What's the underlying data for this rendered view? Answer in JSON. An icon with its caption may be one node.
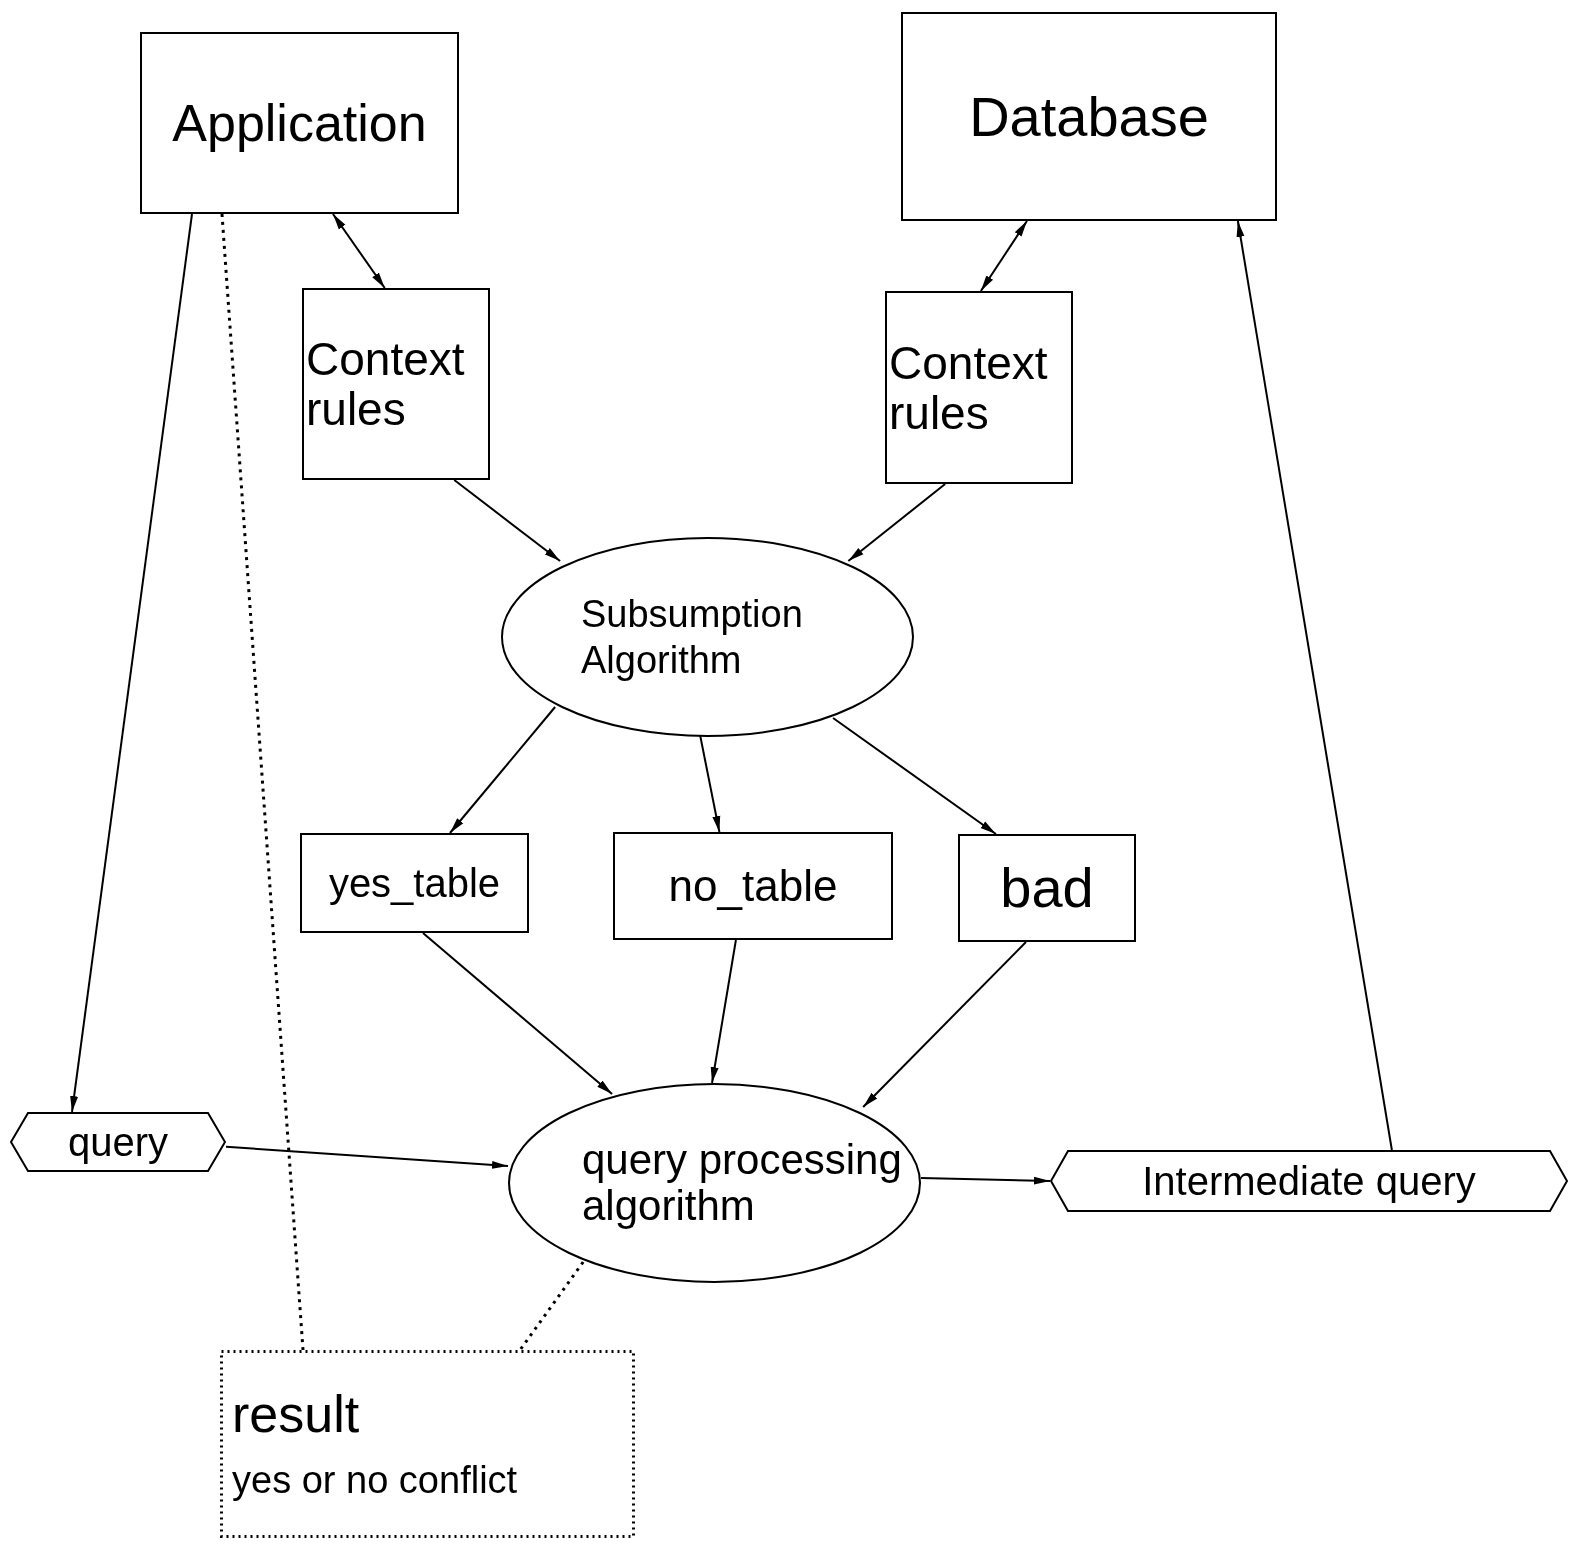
{
  "diagram": {
    "nodes": [
      {
        "text": [
          "Application"
        ]
      },
      {
        "text": [
          "Database"
        ]
      },
      {
        "text": [
          "Context rules"
        ]
      },
      {
        "text": [
          "Context rules"
        ]
      },
      {
        "text": [
          "Subsumption Algorithm"
        ]
      },
      {
        "text": [
          "yes_table"
        ]
      },
      {
        "text": [
          "no_table"
        ]
      },
      {
        "text": [
          "bad"
        ]
      },
      {
        "text": [
          "query"
        ]
      },
      {
        "text": [
          "query processing algorithm"
        ]
      },
      {
        "text": [
          "Intermediate query"
        ]
      },
      {
        "text": [
          "result",
          "yes or no conflict"
        ]
      }
    ],
    "edges": [
      {
        "from": 0,
        "to": 2,
        "arrow": "both"
      },
      {
        "from": 1,
        "to": 3,
        "arrow": "both"
      },
      {
        "from": 2,
        "to": 4,
        "arrow": "to"
      },
      {
        "from": 3,
        "to": 4,
        "arrow": "to"
      },
      {
        "from": 4,
        "to": 5,
        "arrow": "to"
      },
      {
        "from": 4,
        "to": 6,
        "arrow": "to"
      },
      {
        "from": 4,
        "to": 7,
        "arrow": "to"
      },
      {
        "from": 5,
        "to": 9,
        "arrow": "to"
      },
      {
        "from": 6,
        "to": 9,
        "arrow": "to"
      },
      {
        "from": 7,
        "to": 9,
        "arrow": "to"
      },
      {
        "from": 0,
        "to": 8,
        "arrow": "to"
      },
      {
        "from": 8,
        "to": 9,
        "arrow": "to"
      },
      {
        "from": 9,
        "to": 10,
        "arrow": "to"
      },
      {
        "from": 10,
        "to": 1,
        "arrow": "to"
      },
      {
        "from": 0,
        "to": 11,
        "arrow": "none",
        "style": "dashed"
      },
      {
        "from": 9,
        "to": 11,
        "arrow": "none",
        "style": "dashed"
      }
    ]
  }
}
